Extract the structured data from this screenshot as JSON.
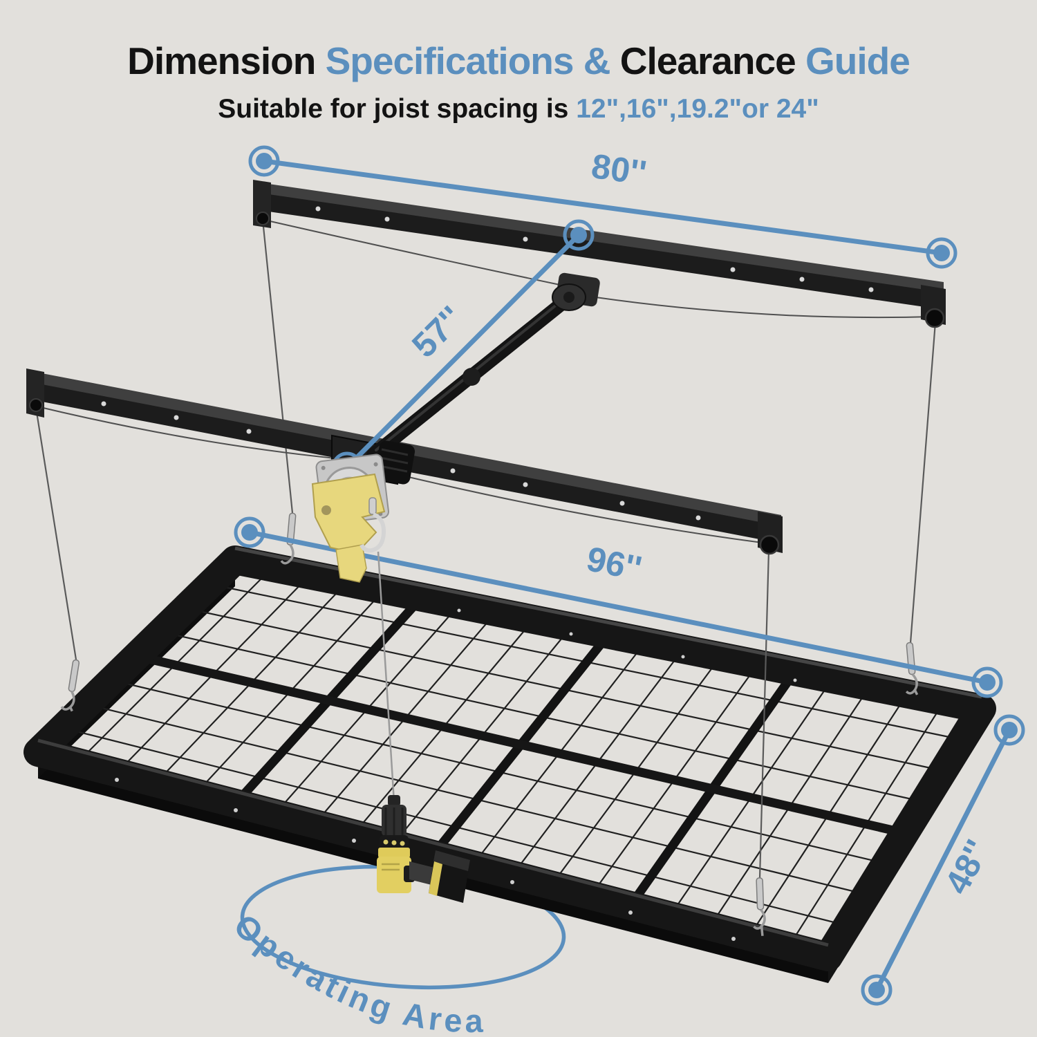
{
  "header": {
    "title": {
      "t1": "Dimension",
      "t2": "Specifications &",
      "t3": "Clearance",
      "t4": "Guide"
    },
    "subtitle": {
      "s1": "Suitable for joist spacing is",
      "s2": "12\",16\",19.2\"or 24\""
    }
  },
  "dimensions": {
    "top_rail_width": "80''",
    "cross_rail_length": "57''",
    "platform_length": "96''",
    "platform_depth": "48''"
  },
  "labels": {
    "operating_area": "Operating Area"
  },
  "colors": {
    "background": "#e2e0dc",
    "accent_blue": "#5b8fbe",
    "title_black": "#131313",
    "frame_black": "#161616",
    "winch_yellow": "#e7d77d",
    "drill_yellow": "#e2cf61",
    "steel_gray": "#c9c9c9"
  }
}
